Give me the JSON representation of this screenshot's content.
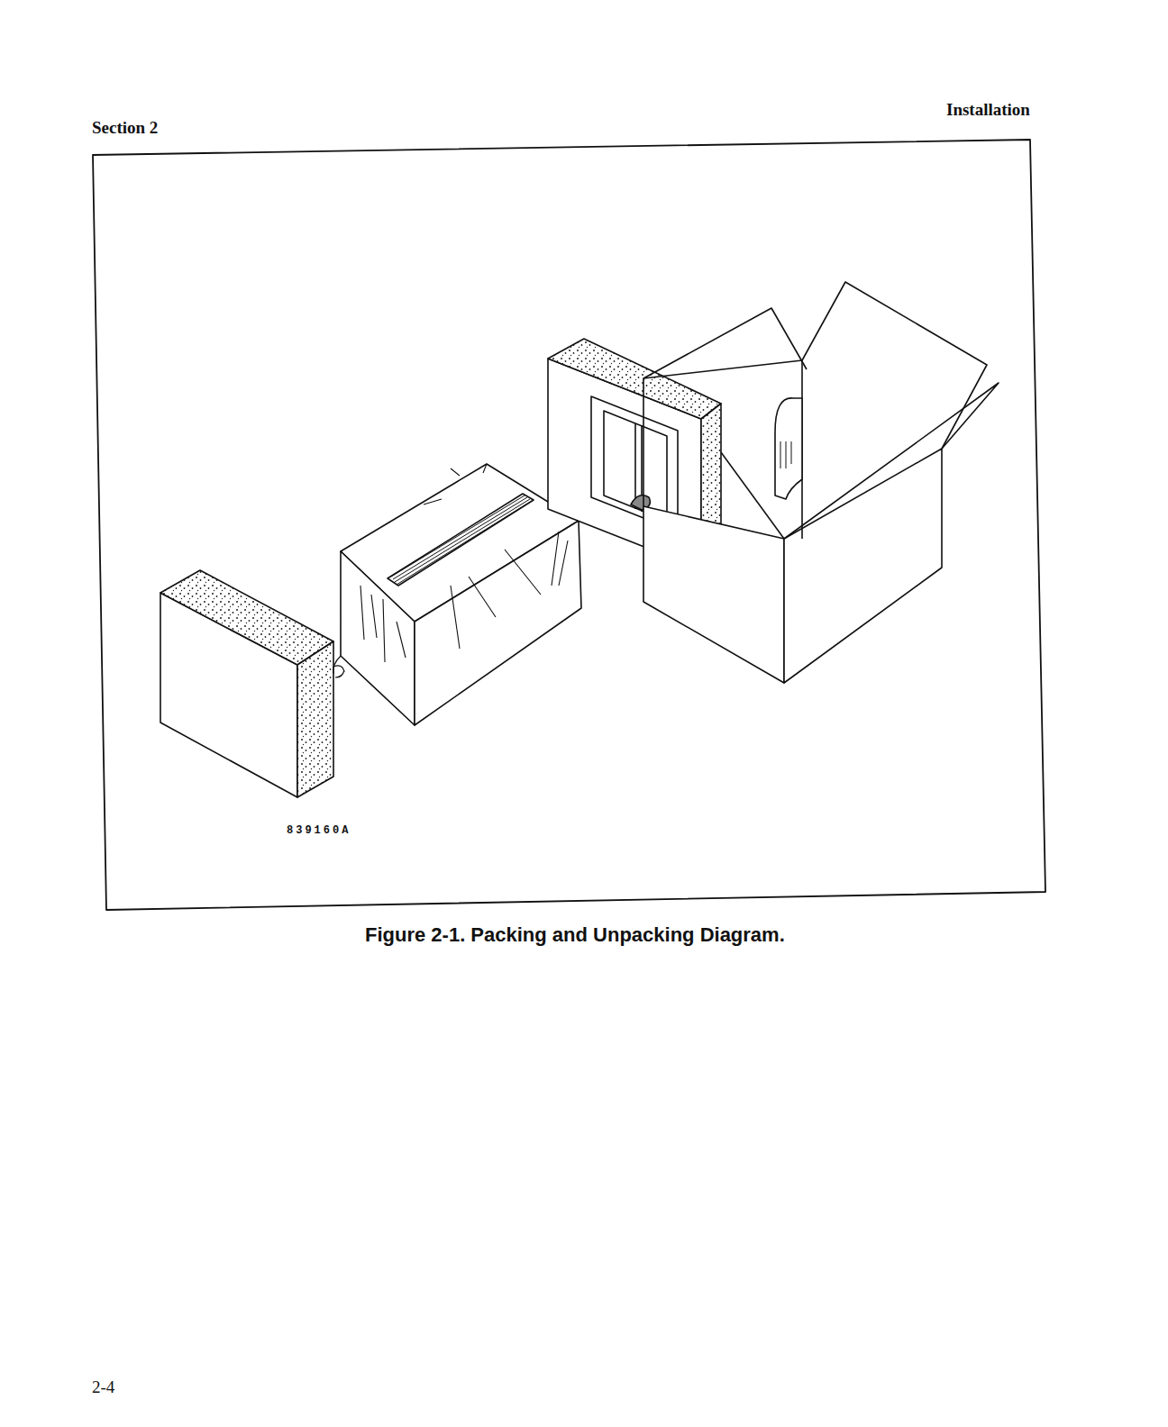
{
  "diagram": {
    "caption": "Figure 2-1. Packing and Unpacking Diagram.",
    "labels": [
      "Section 2",
      "Installation",
      "839160A",
      "2-4"
    ]
  }
}
